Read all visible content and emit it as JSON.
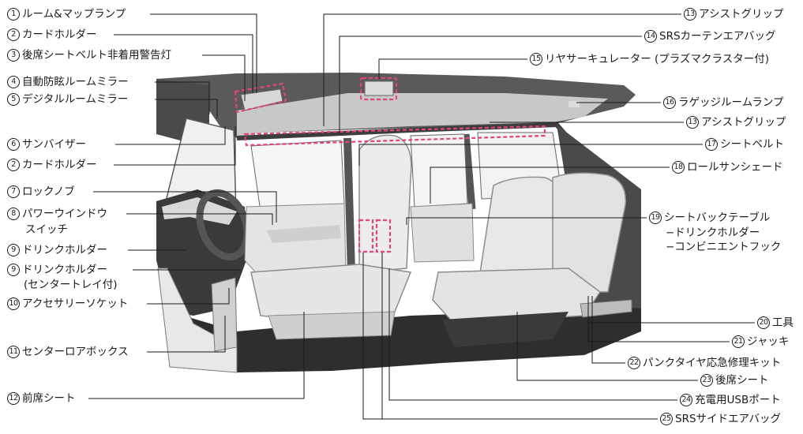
{
  "labels": {
    "l1": {
      "num": "1",
      "text": "ルーム&マップランプ"
    },
    "l2a": {
      "num": "2",
      "text": "カードホルダー"
    },
    "l3": {
      "num": "3",
      "text": "後席シートベルト非着用警告灯"
    },
    "l4": {
      "num": "4",
      "text": "自動防眩ルームミラー"
    },
    "l5": {
      "num": "5",
      "text": "デジタルルームミラー"
    },
    "l6": {
      "num": "6",
      "text": "サンバイザー"
    },
    "l2b": {
      "num": "2",
      "text": "カードホルダー"
    },
    "l7": {
      "num": "7",
      "text": "ロックノブ"
    },
    "l8": {
      "num": "8",
      "text": "パワーウインドウ",
      "sub": "スイッチ"
    },
    "l9a": {
      "num": "9",
      "text": "ドリンクホルダー"
    },
    "l9b": {
      "num": "9",
      "text": "ドリンクホルダー",
      "sub": "(センタートレイ付)"
    },
    "l10": {
      "num": "10",
      "text": "アクセサリーソケット"
    },
    "l11": {
      "num": "11",
      "text": "センターロアボックス"
    },
    "l12": {
      "num": "12",
      "text": "前席シート"
    },
    "l13a": {
      "num": "13",
      "text": "アシストグリップ"
    },
    "l14": {
      "num": "14",
      "text": "SRSカーテンエアバッグ"
    },
    "l15": {
      "num": "15",
      "text": "リヤサーキュレーター (プラズマクラスター付)"
    },
    "l16": {
      "num": "16",
      "text": "ラゲッジルームランプ"
    },
    "l13b": {
      "num": "13",
      "text": "アシストグリップ"
    },
    "l17": {
      "num": "17",
      "text": "シートベルト"
    },
    "l18": {
      "num": "18",
      "text": "ロールサンシェード"
    },
    "l19": {
      "num": "19",
      "text": "シートバックテーブル",
      "sub1": "−ドリンクホルダー",
      "sub2": "−コンビニエントフック"
    },
    "l20": {
      "num": "20",
      "text": "工具"
    },
    "l21": {
      "num": "21",
      "text": "ジャッキ"
    },
    "l22": {
      "num": "22",
      "text": "パンクタイヤ応急修理キット"
    },
    "l23": {
      "num": "23",
      "text": "後席シート"
    },
    "l24": {
      "num": "24",
      "text": "充電用USBポート"
    },
    "l25": {
      "num": "25",
      "text": "SRSサイドエアバッグ"
    }
  },
  "colors": {
    "highlight": "#e0457b",
    "ink": "#1a1a1a",
    "dark": "#3a3a3a",
    "mid": "#8a8a8a",
    "light": "#d4d4d4"
  }
}
